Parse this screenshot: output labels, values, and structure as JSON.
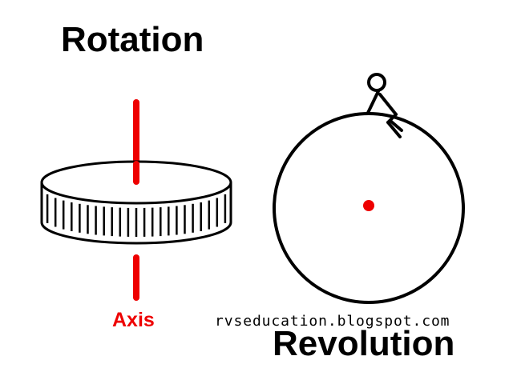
{
  "labels": {
    "rotation": "Rotation",
    "revolution": "Revolution",
    "axis": "Axis",
    "watermark": "rvseducation.blogspot.com"
  },
  "colors": {
    "text": "#000000",
    "axis": "#ee0000",
    "outline": "#000000",
    "background": "#ffffff"
  },
  "icons": {
    "figure": "stick-figure-sitting"
  }
}
